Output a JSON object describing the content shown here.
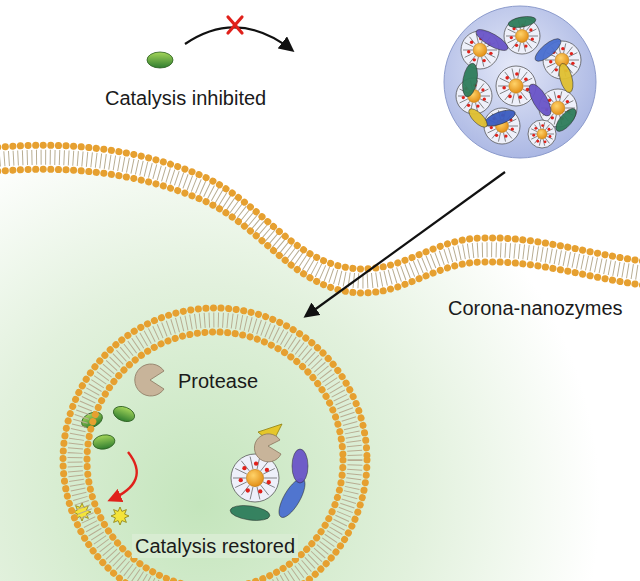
{
  "diagram": {
    "nodes": [
      {
        "text": [
          "Protease",
          "Catalysis restored"
        ]
      }
    ],
    "labels": [
      "Catalysis inhibited",
      "Corona-nanozymes"
    ]
  }
}
